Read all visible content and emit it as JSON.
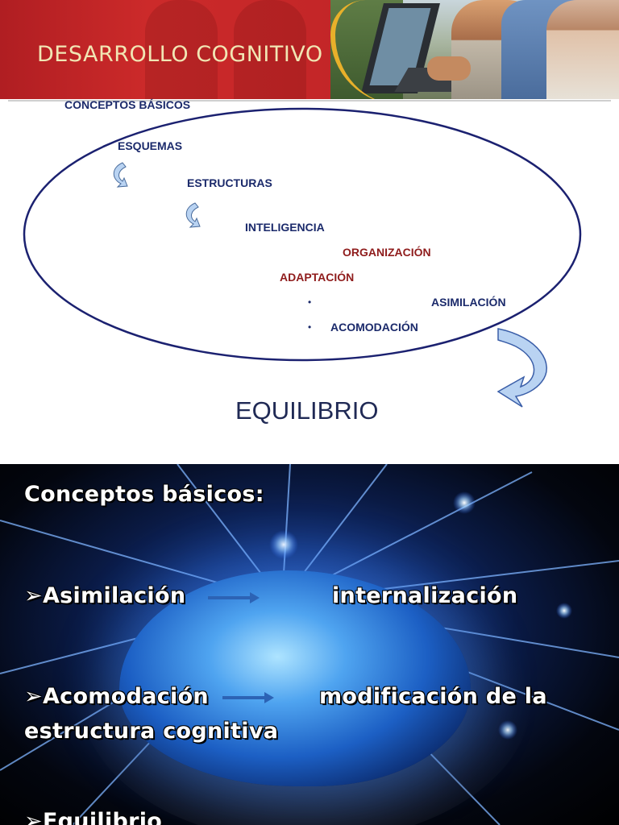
{
  "slide1": {
    "banner_title": "DESARROLLO COGNITIVO",
    "heading": "CONCEPTOS BÁSICOS",
    "items": {
      "esquemas": "ESQUEMAS",
      "estructuras": "ESTRUCTURAS",
      "inteligencia": "INTELIGENCIA",
      "organizacion": "ORGANIZACIÓN",
      "adaptacion": "ADAPTACIÓN",
      "asimilacion": "ASIMILACIÓN",
      "acomodacion": "ACOMODACIÓN"
    },
    "bullet": "•",
    "result": "EQUILIBRIO",
    "colors": {
      "banner": "#c8262a",
      "text": "#1b2a6b",
      "highlight": "#8f1c1c",
      "arrow": "#b9d3f2"
    }
  },
  "slide2": {
    "title": "Conceptos básicos:",
    "marker": "➢",
    "rows": [
      {
        "term": "Asimilación",
        "meaning": "internalización"
      },
      {
        "term": "Acomodación",
        "meaning": "modificación de la",
        "meaning_line2": "estructura cognitiva"
      },
      {
        "term": "Equilibrio",
        "meaning": ""
      }
    ]
  }
}
